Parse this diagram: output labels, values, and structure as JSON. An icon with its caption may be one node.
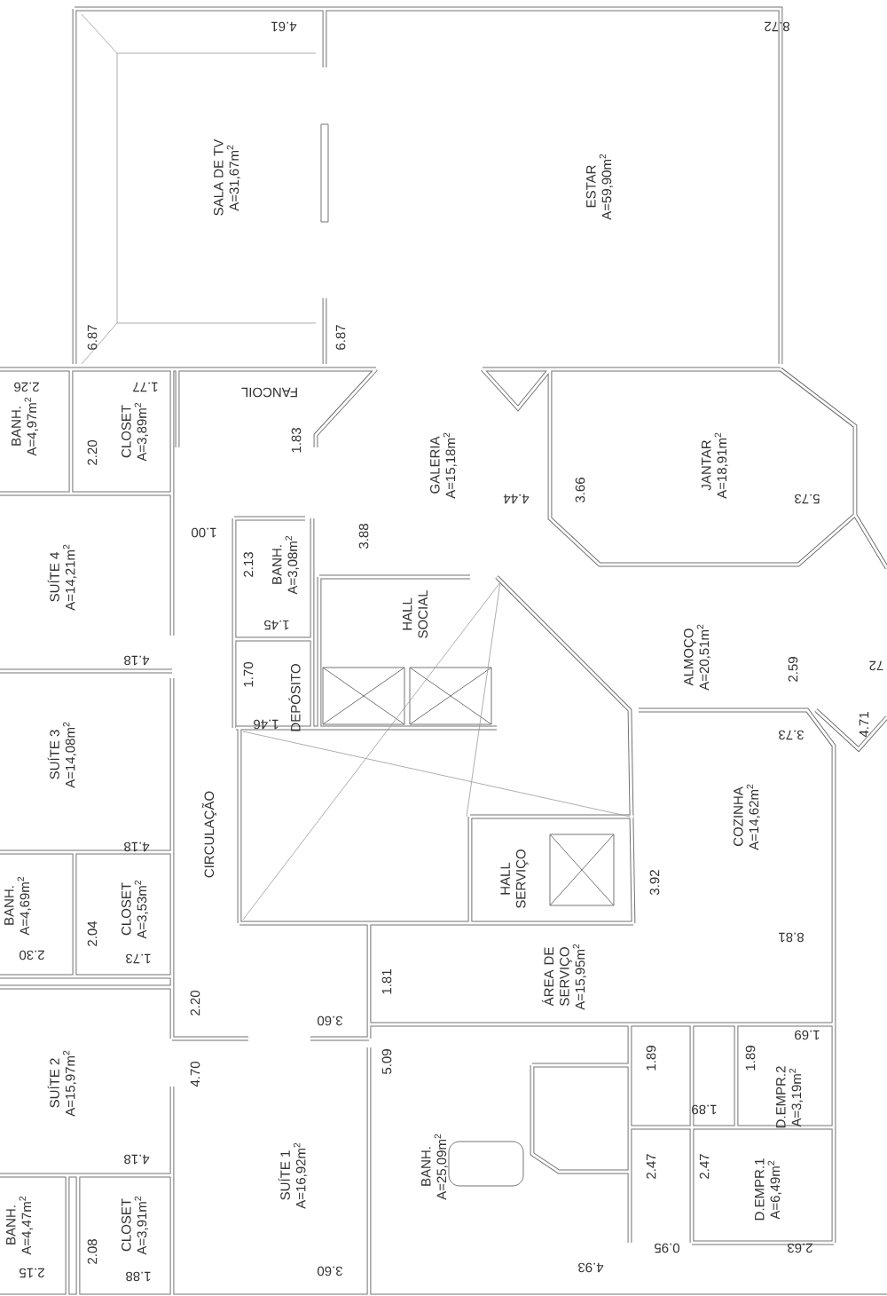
{
  "diagram": {
    "nodes": [
      {
        "text": [
          "SALA DE TV",
          "A=31,67m$^{2}$"
        ]
      },
      {
        "text": [
          "ESTAR",
          "A=59,90m$^{2}$"
        ]
      },
      {
        "text": [
          "FANCOIL"
        ]
      },
      {
        "text": [
          "BANH.",
          "A=4,97m$^{2}$"
        ]
      },
      {
        "text": [
          "CLOSET",
          "A=3,89m$^{2}$"
        ]
      },
      {
        "text": [
          "SUÍTE 4",
          "A=14,21m$^{2}$"
        ]
      },
      {
        "text": [
          "GALERIA",
          "A=15,18m$^{2}$"
        ]
      },
      {
        "text": [
          "JANTAR",
          "A=18,91m$^{2}$"
        ]
      },
      {
        "text": [
          "BANH.",
          "A=3,08m$^{2}$"
        ]
      },
      {
        "text": [
          "HALL SOCIAL"
        ]
      },
      {
        "text": [
          "DEPÓSITO"
        ]
      },
      {
        "text": [
          "ALMOÇO",
          "A=20,51m$^{2}$"
        ]
      },
      {
        "text": [
          "SUÍTE 3",
          "A=14,08m$^{2}$"
        ]
      },
      {
        "text": [
          "CIRCULAÇÃO"
        ]
      },
      {
        "text": [
          "COZINHA",
          "A=14,62m$^{2}$"
        ]
      },
      {
        "text": [
          "HALL SERVIÇO"
        ]
      },
      {
        "text": [
          "BANH.",
          "A=4,69m$^{2}$"
        ]
      },
      {
        "text": [
          "CLOSET",
          "A=3,53m$^{2}$"
        ]
      },
      {
        "text": [
          "ÁREA DE SERVIÇO",
          "A=15,95m$^{2}$"
        ]
      },
      {
        "text": [
          "SUÍTE 2",
          "A=15,97m$^{2}$"
        ]
      },
      {
        "text": [
          "SUÍTE 1",
          "A=16,92m$^{2}$"
        ]
      },
      {
        "text": [
          "BANH.",
          "A=25,09m$^{2}$"
        ]
      },
      {
        "text": [
          "D.EMPR.2",
          "A=3,19m$^{2}$"
        ]
      },
      {
        "text": [
          "D.EMPR.1",
          "A=6,49m$^{2}$"
        ]
      },
      {
        "text": [
          "BANH.",
          "A=4,47m$^{2}$"
        ]
      },
      {
        "text": [
          "CLOSET",
          "A=3,91m$^{2}$"
        ]
      }
    ],
    "labels": [
      "4.61",
      "8.72",
      "6.87",
      "6.87",
      "2.26",
      "1.77",
      "2.20",
      "1.83",
      "1.00",
      "2.13",
      "3.88",
      "4.44",
      "3.66",
      "5.73",
      "1.45",
      "4.18",
      "1.70",
      "1.46",
      "2.59",
      "72",
      "3.73",
      "4.71",
      "4.18",
      "3.92",
      "2.30",
      "2.04",
      "1.73",
      "1.81",
      "8.81",
      "2.20",
      "3.60",
      "4.70",
      "5.09",
      "1.89",
      "1.89",
      "1.69",
      "1.89",
      "4.18",
      "2.47",
      "2.47",
      "2.08",
      "2.15",
      "1.88",
      "3.60",
      "4.93",
      "0.95",
      "2.63"
    ]
  }
}
